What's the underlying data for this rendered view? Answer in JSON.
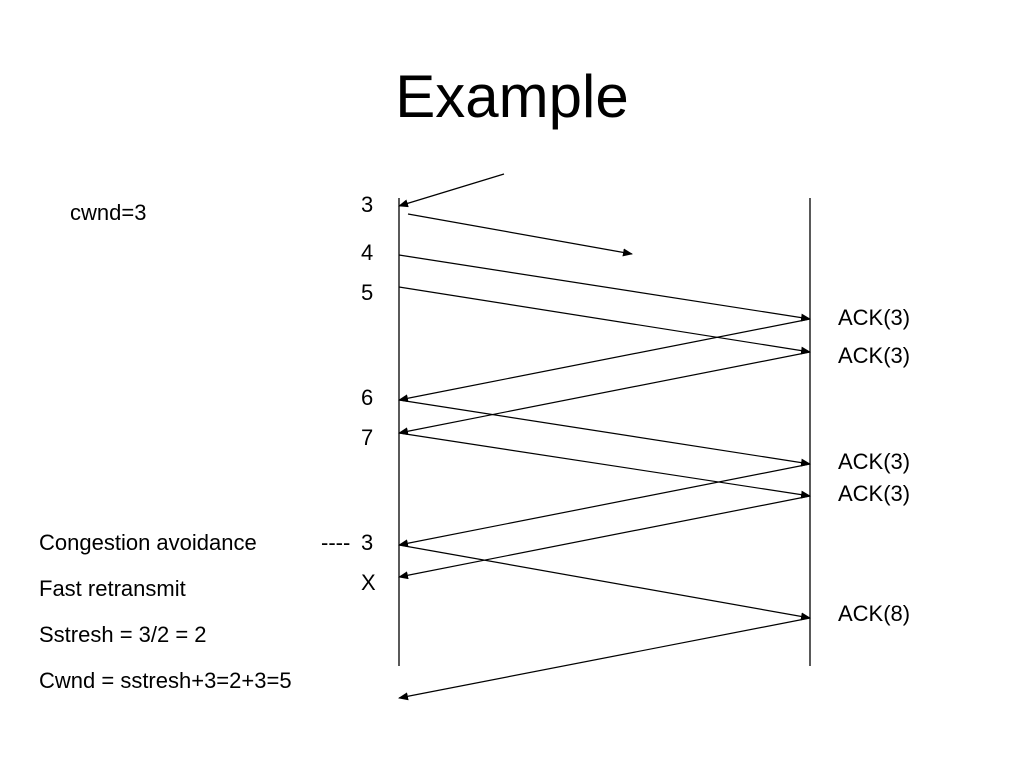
{
  "slide": {
    "title": "Example"
  },
  "notes": {
    "cwnd": "cwnd=3",
    "congestion_avoidance": "Congestion avoidance",
    "dashes": "----",
    "fast_retransmit": "Fast retransmit",
    "sstresh": "Sstresh = 3/2 = 2",
    "cwnd_update": "Cwnd = sstresh+3=2+3=5"
  },
  "sender_labels": [
    "3",
    "4",
    "5",
    "6",
    "7",
    "3",
    "X"
  ],
  "receiver_labels": [
    "ACK(3)",
    "ACK(3)",
    "ACK(3)",
    "ACK(3)",
    "ACK(8)"
  ],
  "colors": {
    "ink": "#000000",
    "background": "#ffffff"
  }
}
